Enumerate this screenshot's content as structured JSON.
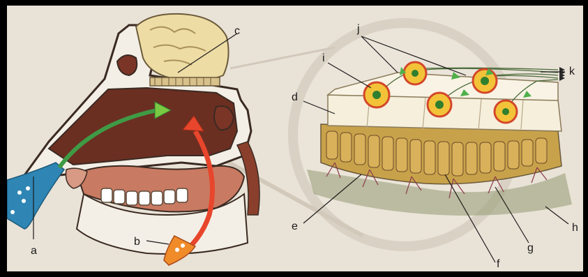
{
  "colors": {
    "frame": "#000000",
    "paper": "#e9e2d7",
    "cavity": "#6b2f22",
    "bone": "#f3efe6",
    "brain": "#eddca4",
    "air_in": "#2f86b5",
    "air_flow": "#3f9a45",
    "retro_air": "#e8462c",
    "cell_body": "#f2c338",
    "nucleus": "#2f7f2e",
    "mucosa": "#c8a24a"
  },
  "labels": {
    "a": "a",
    "b": "b",
    "c": "c",
    "d": "d",
    "e": "e",
    "f": "f",
    "g": "g",
    "h": "h",
    "i": "i",
    "j": "j",
    "k": "k"
  }
}
